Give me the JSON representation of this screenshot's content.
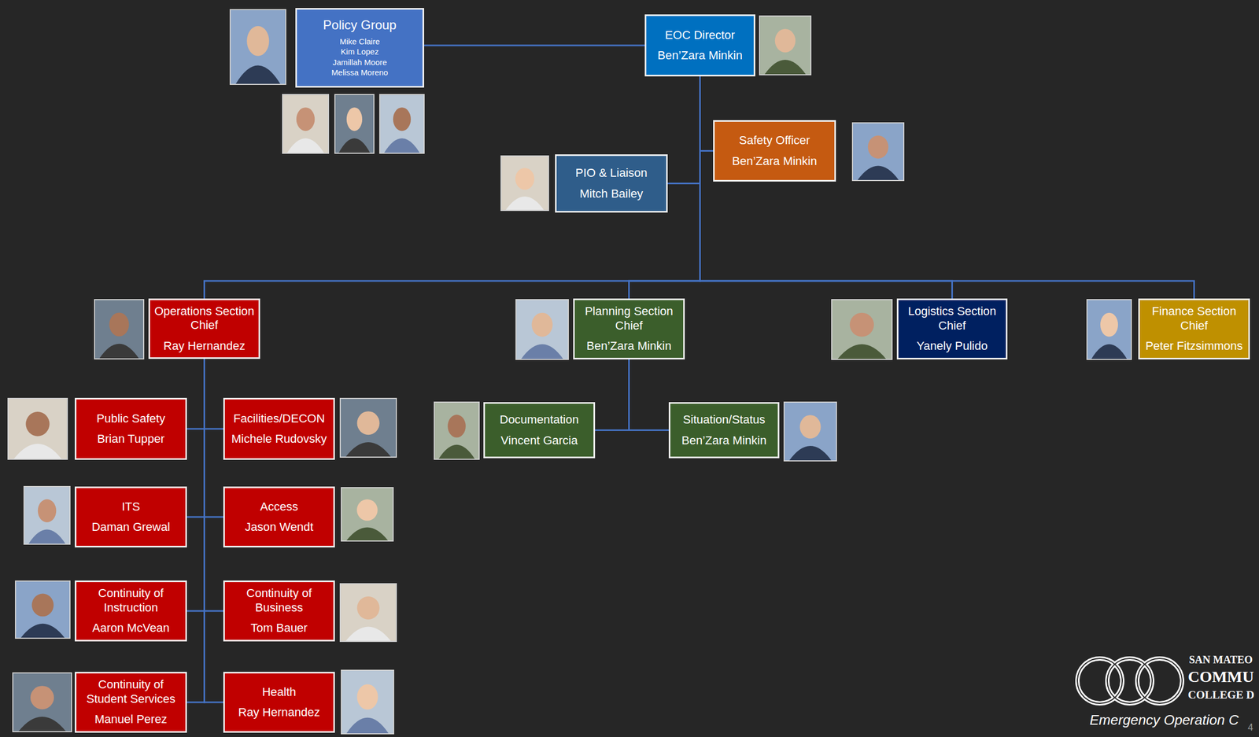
{
  "diagram": {
    "nodes": [
      {
        "text": [
          "Policy Group",
          "Mike Claire",
          "Kim Lopez",
          "Jamillah Moore",
          "Melissa Moreno"
        ]
      },
      {
        "text": [
          "EOC Director",
          "Ben’Zara Minkin"
        ]
      },
      {
        "text": [
          "Safety Officer",
          "Ben’Zara Minkin"
        ]
      },
      {
        "text": [
          "PIO & Liaison",
          "Mitch Bailey"
        ]
      },
      {
        "text": [
          "Operations Section Chief",
          "Ray Hernandez"
        ]
      },
      {
        "text": [
          "Planning Section Chief",
          "Ben’Zara Minkin"
        ]
      },
      {
        "text": [
          "Logistics Section Chief",
          "Yanely Pulido"
        ]
      },
      {
        "text": [
          "Finance Section Chief",
          "Peter Fitzsimmons"
        ]
      },
      {
        "text": [
          "Public Safety",
          "Brian Tupper"
        ]
      },
      {
        "text": [
          "Facilities/DECON",
          "Michele Rudovsky"
        ]
      },
      {
        "text": [
          "ITS",
          "Daman Grewal"
        ]
      },
      {
        "text": [
          "Access",
          "Jason Wendt"
        ]
      },
      {
        "text": [
          "Continuity of Instruction",
          "Aaron McVean"
        ]
      },
      {
        "text": [
          "Continuity of Business",
          "Tom Bauer"
        ]
      },
      {
        "text": [
          "Continuity of Student Services",
          "Manuel Perez"
        ]
      },
      {
        "text": [
          "Health",
          "Ray Hernandez"
        ]
      },
      {
        "text": [
          "Documentation",
          "Vincent Garcia"
        ]
      },
      {
        "text": [
          "Situation/Status",
          "Ben’Zara Minkin"
        ]
      }
    ],
    "edges": [
      {
        "from": 0,
        "to": 1,
        "arrow": "none"
      },
      {
        "from": 1,
        "to": 2,
        "arrow": "none"
      },
      {
        "from": 1,
        "to": 3,
        "arrow": "none"
      },
      {
        "from": 1,
        "to": 4,
        "arrow": "none"
      },
      {
        "from": 1,
        "to": 5,
        "arrow": "none"
      },
      {
        "from": 1,
        "to": 6,
        "arrow": "none"
      },
      {
        "from": 1,
        "to": 7,
        "arrow": "none"
      },
      {
        "from": 4,
        "to": 8,
        "arrow": "none"
      },
      {
        "from": 4,
        "to": 9,
        "arrow": "none"
      },
      {
        "from": 4,
        "to": 10,
        "arrow": "none"
      },
      {
        "from": 4,
        "to": 11,
        "arrow": "none"
      },
      {
        "from": 4,
        "to": 12,
        "arrow": "none"
      },
      {
        "from": 4,
        "to": 13,
        "arrow": "none"
      },
      {
        "from": 4,
        "to": 14,
        "arrow": "none"
      },
      {
        "from": 4,
        "to": 15,
        "arrow": "none"
      },
      {
        "from": 5,
        "to": 16,
        "arrow": "none"
      },
      {
        "from": 5,
        "to": 17,
        "arrow": "none"
      }
    ],
    "labels": [
      "SAN MATEO",
      "COMMU",
      "COLLEGE D",
      "Emergency Operation C",
      "4"
    ]
  }
}
